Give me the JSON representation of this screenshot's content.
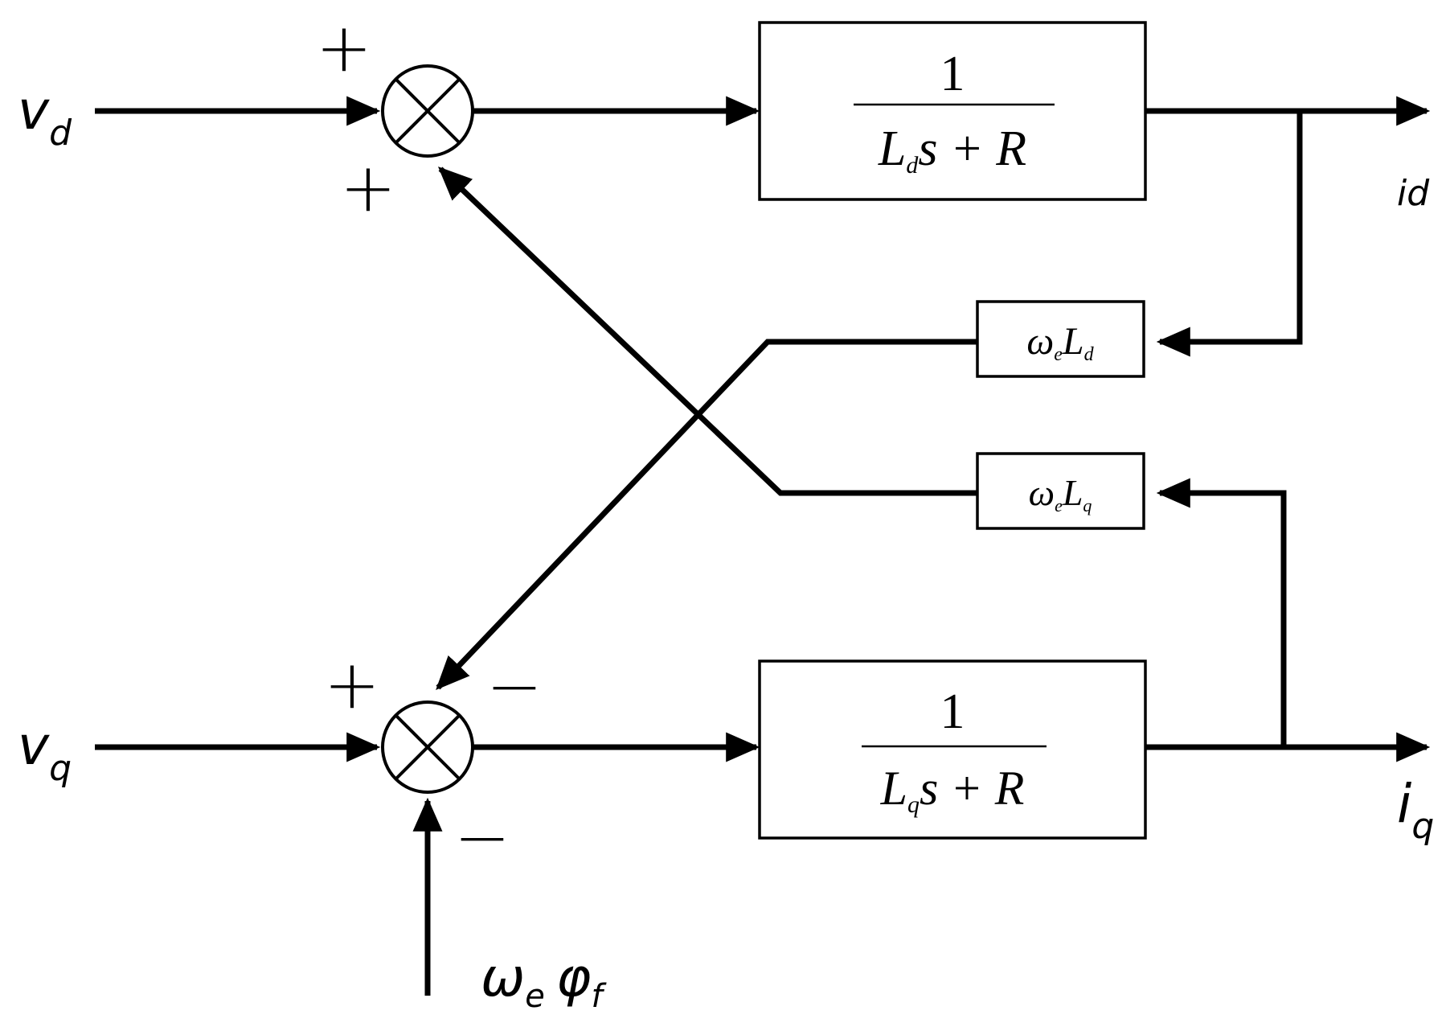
{
  "inputs": {
    "vd": {
      "main": "v",
      "sub": "d"
    },
    "vq": {
      "main": "v",
      "sub": "q"
    },
    "flux": {
      "omega": "ω",
      "omega_sub": "e",
      "phi": "φ",
      "phi_sub": "f"
    }
  },
  "outputs": {
    "id": "id",
    "iq": {
      "main": "i",
      "sub": "q"
    }
  },
  "signs": {
    "sum1_top": "+",
    "sum1_bottom": "+",
    "sum2_left": "+",
    "sum2_right": "−",
    "sum2_bottom": "−"
  },
  "blocks": {
    "d_transfer": {
      "numerator": "1",
      "L": "L",
      "L_sub": "d",
      "rest": "s + R"
    },
    "q_transfer": {
      "numerator": "1",
      "L": "L",
      "L_sub": "q",
      "rest": "s + R"
    },
    "d_coupling": {
      "omega": "ω",
      "omega_sub": "e",
      "L": "L",
      "L_sub": "d"
    },
    "q_coupling": {
      "omega": "ω",
      "omega_sub": "e",
      "L": "L",
      "L_sub": "q"
    }
  }
}
